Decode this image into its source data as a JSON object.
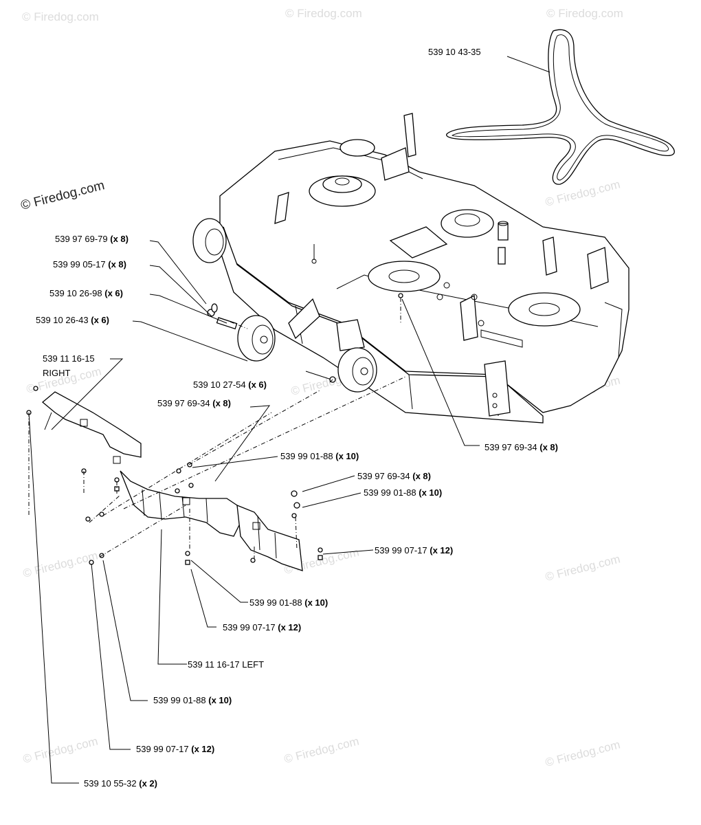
{
  "watermark_text": "Firedog.com",
  "watermark_corner": "© Firedog.com",
  "callouts": [
    {
      "id": "belt",
      "number": "539 10 43-35",
      "qty": ""
    },
    {
      "id": "bolt-a",
      "number": "539 97 69-79",
      "qty": "(x 8)"
    },
    {
      "id": "washer-a",
      "number": "539 99 05-17",
      "qty": "(x 8)"
    },
    {
      "id": "spacer",
      "number": "539 10 26-98",
      "qty": "(x 6)"
    },
    {
      "id": "wheel",
      "number": "539 10 26-43",
      "qty": "(x 6)"
    },
    {
      "id": "shield-right",
      "number": "539 11 16-15",
      "qty": "",
      "note": "RIGHT"
    },
    {
      "id": "axle-bolt",
      "number": "539 10 27-54",
      "qty": "(x 6)"
    },
    {
      "id": "screw-upper-left",
      "number": "539 97 69-34",
      "qty": "(x 8)"
    },
    {
      "id": "screw-deck",
      "number": "539 97 69-34",
      "qty": "(x 8)"
    },
    {
      "id": "nut-center-top",
      "number": "539 99 01-88",
      "qty": "(x 10)"
    },
    {
      "id": "screw-right-shield",
      "number": "539 97 69-34",
      "qty": "(x 8)"
    },
    {
      "id": "nut-right-shield",
      "number": "539 99 01-88",
      "qty": "(x 10)"
    },
    {
      "id": "locknut-right",
      "number": "539 99 07-17",
      "qty": "(x 12)"
    },
    {
      "id": "nut-center-bottom",
      "number": "539 99 01-88",
      "qty": "(x 10)"
    },
    {
      "id": "locknut-center",
      "number": "539 99 07-17",
      "qty": "(x 12)"
    },
    {
      "id": "shield-left",
      "number": "539 11 16-17 LEFT",
      "qty": ""
    },
    {
      "id": "nut-left",
      "number": "539 99 01-88",
      "qty": "(x 10)"
    },
    {
      "id": "locknut-left",
      "number": "539 99 07-17",
      "qty": "(x 12)"
    },
    {
      "id": "bolt-left",
      "number": "539 10 55-32",
      "qty": "(x 2)"
    }
  ]
}
